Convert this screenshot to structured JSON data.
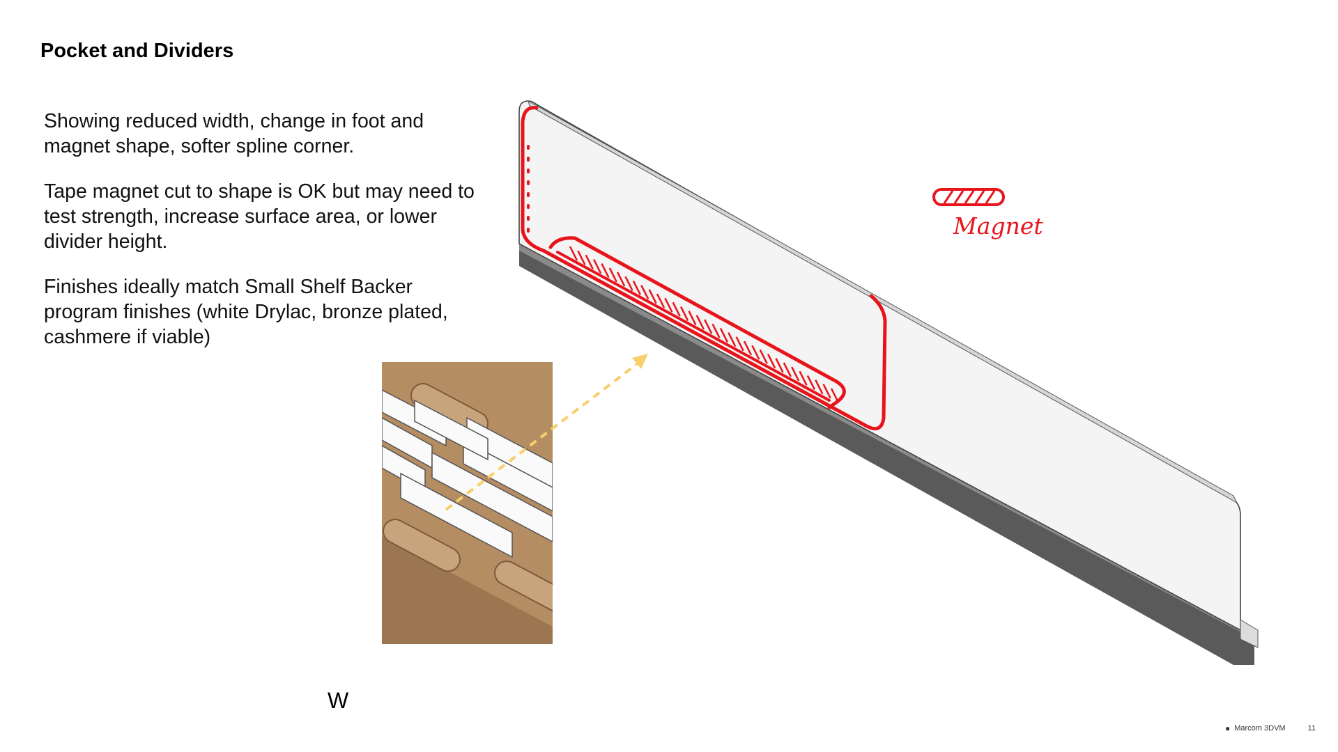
{
  "slide": {
    "title": "Pocket and Dividers",
    "paragraphs": [
      "Showing reduced width, change in foot and magnet shape, softer spline corner.",
      "Tape magnet cut to shape is OK but may need to test strength, increase surface area, or lower divider height.",
      "Finishes ideally match Small Shelf Backer program finishes (white Drylac, bronze plated, cashmere if viable)"
    ],
    "annotation_label": "Magnet",
    "stray_mark": "W"
  },
  "footer": {
    "brand": "Marcom 3DVM",
    "page_number": "11"
  },
  "colors": {
    "markup_red": "#e8141b",
    "arrow_yellow": "#f7cf6b",
    "wood": "#b58d63",
    "divider_face": "#f4f4f4"
  },
  "icons": {
    "footer_logo": "apple-icon"
  }
}
